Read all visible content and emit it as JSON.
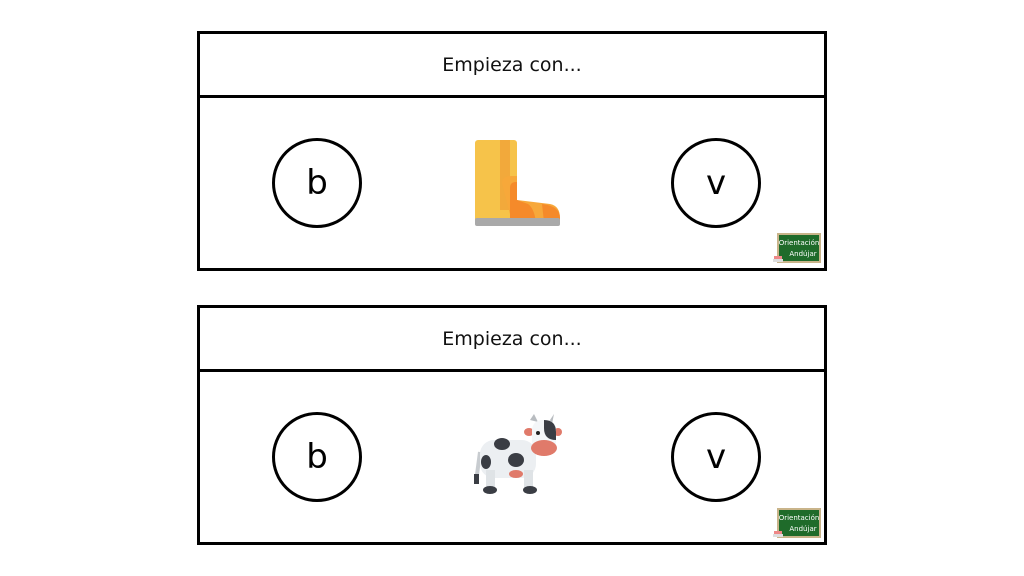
{
  "cards": [
    {
      "prompt": "Empieza con...",
      "option_left": "b",
      "option_right": "v",
      "image": "boot-icon"
    },
    {
      "prompt": "Empieza con...",
      "option_left": "b",
      "option_right": "v",
      "image": "cow-icon"
    }
  ],
  "logo": {
    "line1": "Orientación",
    "line2": "Andújar"
  },
  "colors": {
    "border": "#000000",
    "logo_green": "#1f6b2a"
  }
}
